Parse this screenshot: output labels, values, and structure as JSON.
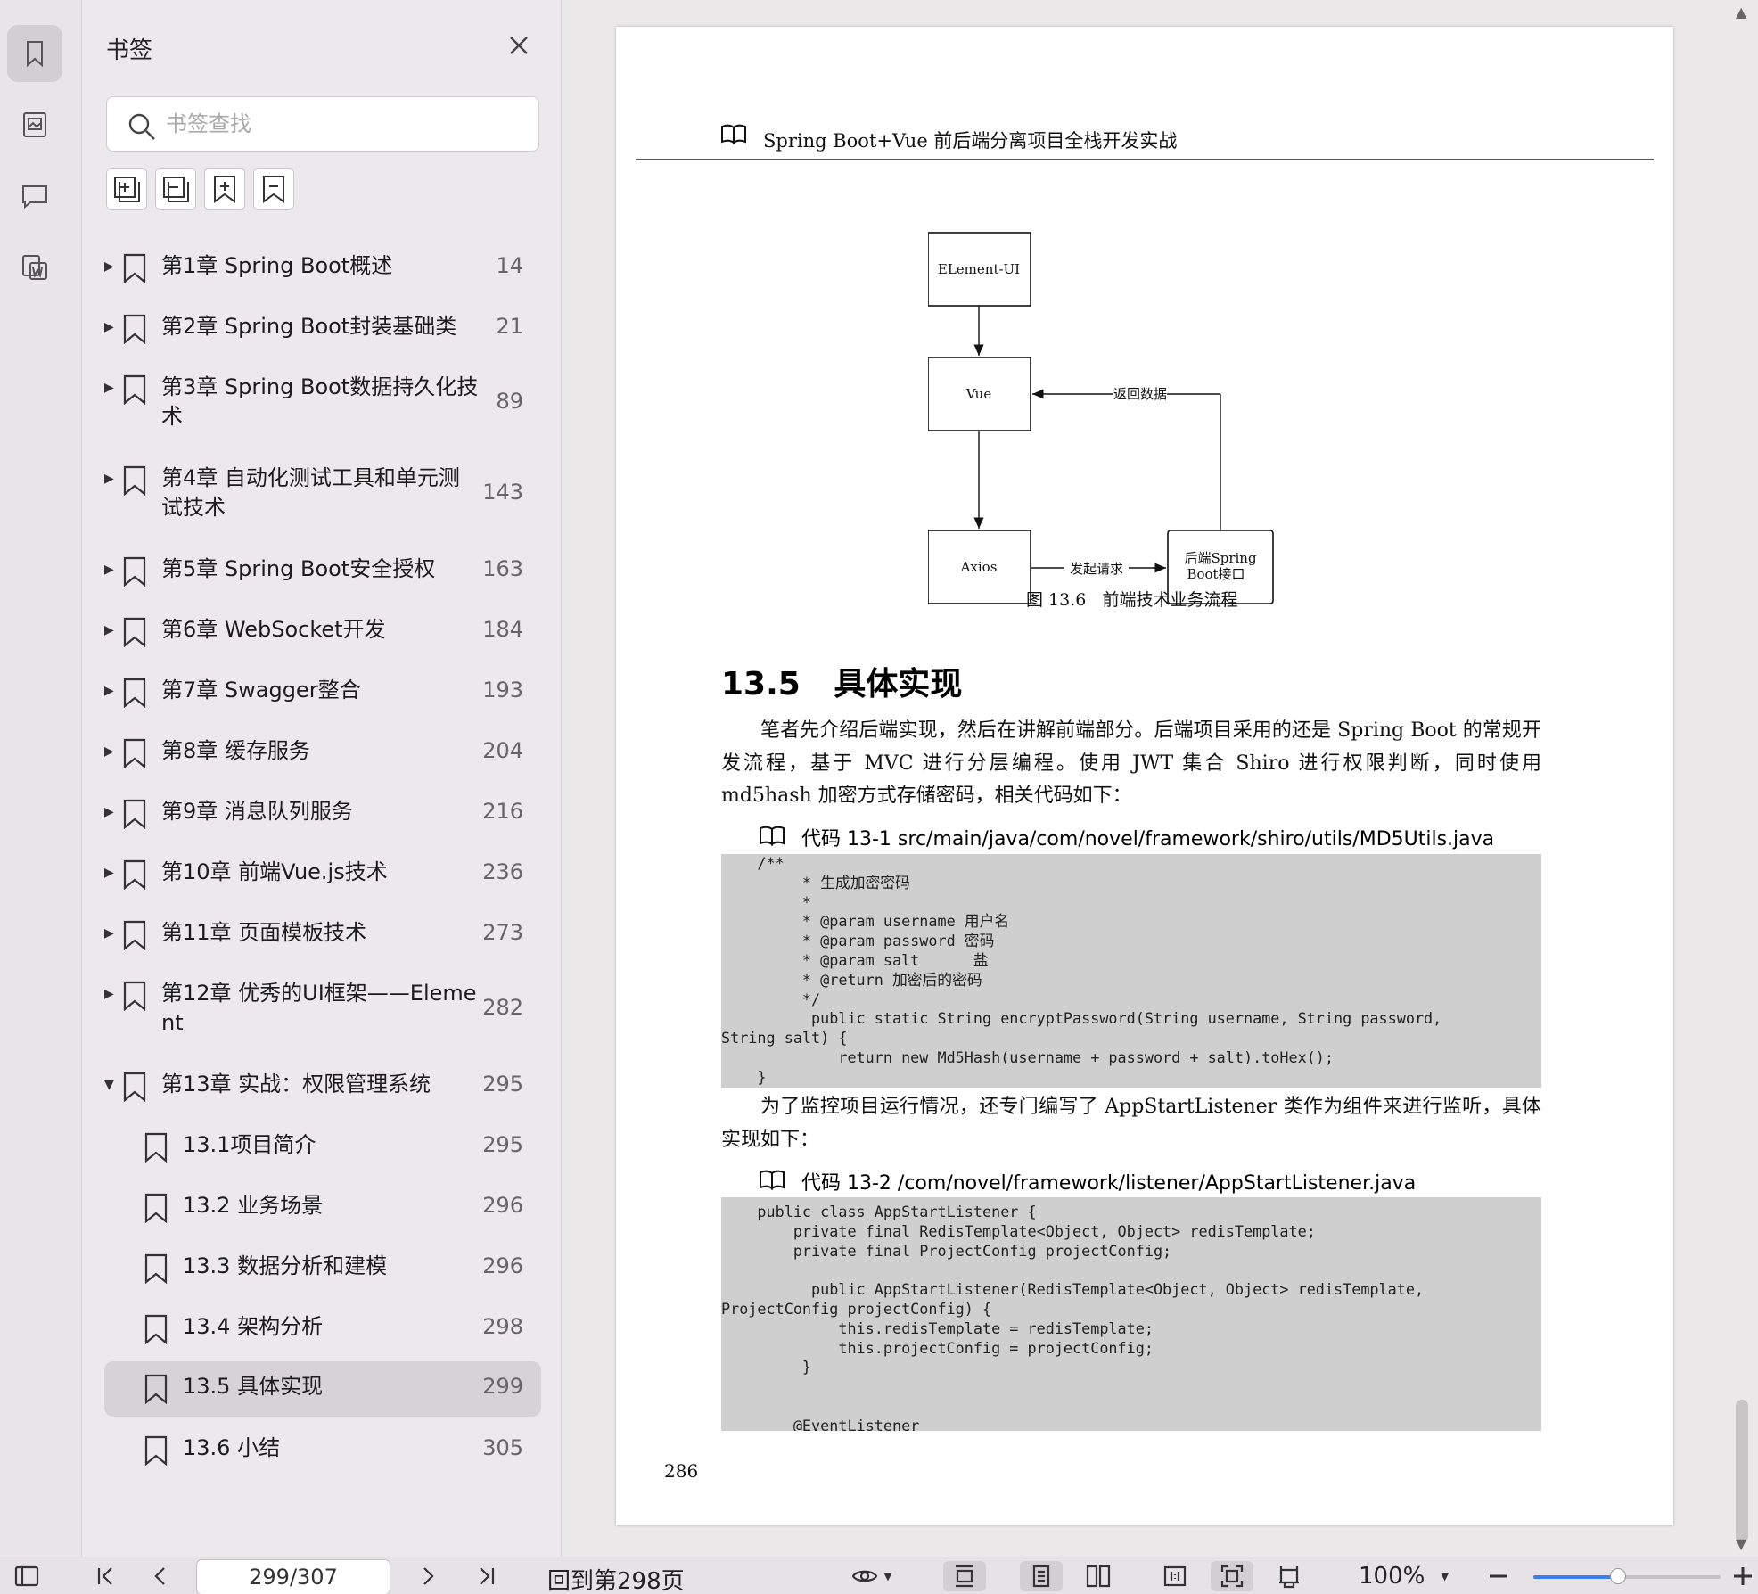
{
  "panel": {
    "title": "书签",
    "search_placeholder": "书签查找"
  },
  "bookmarks": [
    {
      "label": "第1章 Spring Boot概述",
      "page": "14",
      "expandable": true
    },
    {
      "label": "第2章 Spring Boot封装基础类",
      "page": "21",
      "expandable": true
    },
    {
      "label_line1": "第3章 Spring Boot数据持久化技",
      "label_line2": "术",
      "page": "89",
      "expandable": true
    },
    {
      "label_line1": "第4章 自动化测试工具和单元测",
      "label_line2": "试技术",
      "page": "143",
      "expandable": true
    },
    {
      "label": "第5章 Spring Boot安全授权",
      "page": "163",
      "expandable": true
    },
    {
      "label": "第6章 WebSocket开发",
      "page": "184",
      "expandable": true
    },
    {
      "label": "第7章 Swagger整合",
      "page": "193",
      "expandable": true
    },
    {
      "label": "第8章 缓存服务",
      "page": "204",
      "expandable": true
    },
    {
      "label": "第9章 消息队列服务",
      "page": "216",
      "expandable": true
    },
    {
      "label": "第10章 前端Vue.js技术",
      "page": "236",
      "expandable": true
    },
    {
      "label": "第11章 页面模板技术",
      "page": "273",
      "expandable": true
    },
    {
      "label_line1": "第12章 优秀的UI框架——Eleme",
      "label_line2": "nt",
      "page": "282",
      "expandable": true
    },
    {
      "label": "第13章 实战：权限管理系统",
      "page": "295",
      "expandable": true,
      "expanded": true
    },
    {
      "label": "13.1项目简介",
      "page": "295",
      "child": true
    },
    {
      "label": "13.2 业务场景",
      "page": "296",
      "child": true
    },
    {
      "label": "13.3 数据分析和建模",
      "page": "296",
      "child": true
    },
    {
      "label": "13.4 架构分析",
      "page": "298",
      "child": true
    },
    {
      "label": "13.5 具体实现",
      "page": "299",
      "child": true,
      "selected": true
    },
    {
      "label": "13.6 小结",
      "page": "305",
      "child": true
    }
  ],
  "doc": {
    "header": "Spring Boot+Vue 前后端分离项目全栈开发实战",
    "diagram": {
      "node_element": "ELement-UI",
      "node_vue": "Vue",
      "node_axios": "Axios",
      "node_backend_line1": "后端Spring",
      "node_backend_line2": "Boot接口",
      "edge_return": "返回数据",
      "edge_request": "发起请求"
    },
    "figure_caption": "图 13.6   前端技术业务流程",
    "section_title": "13.5   具体实现",
    "para1": "笔者先介绍后端实现，然后在讲解前端部分。后端项目采用的还是 Spring Boot 的常规开发流程，基于 MVC 进行分层编程。使用 JWT 集合 Shiro 进行权限判断，同时使用 md5hash 加密方式存储密码，相关代码如下：",
    "code1_caption": "代码 13-1   src/main/java/com/novel/framework/shiro/utils/MD5Utils.java",
    "code1": "    /**\n         * 生成加密密码\n         *\n         * @param username 用户名\n         * @param password 密码\n         * @param salt      盐\n         * @return 加密后的密码\n         */\n          public static String encryptPassword(String username, String password,\nString salt) {\n             return new Md5Hash(username + password + salt).toHex();\n    }",
    "para2": "为了监控项目运行情况，还专门编写了 AppStartListener 类作为组件来进行监听，具体实现如下：",
    "code2_caption": "代码 13-2   /com/novel/framework/listener/AppStartListener.java",
    "code2": "    public class AppStartListener {\n        private final RedisTemplate<Object, Object> redisTemplate;\n        private final ProjectConfig projectConfig;\n\n          public AppStartListener(RedisTemplate<Object, Object> redisTemplate,\nProjectConfig projectConfig) {\n             this.redisTemplate = redisTemplate;\n             this.projectConfig = projectConfig;\n         }\n\n\n        @EventListener",
    "page_number": "286"
  },
  "toolbar": {
    "page_value": "299/307",
    "goto_label": "回到第298页",
    "zoom": "100%",
    "zoom_fraction": 0.45
  }
}
